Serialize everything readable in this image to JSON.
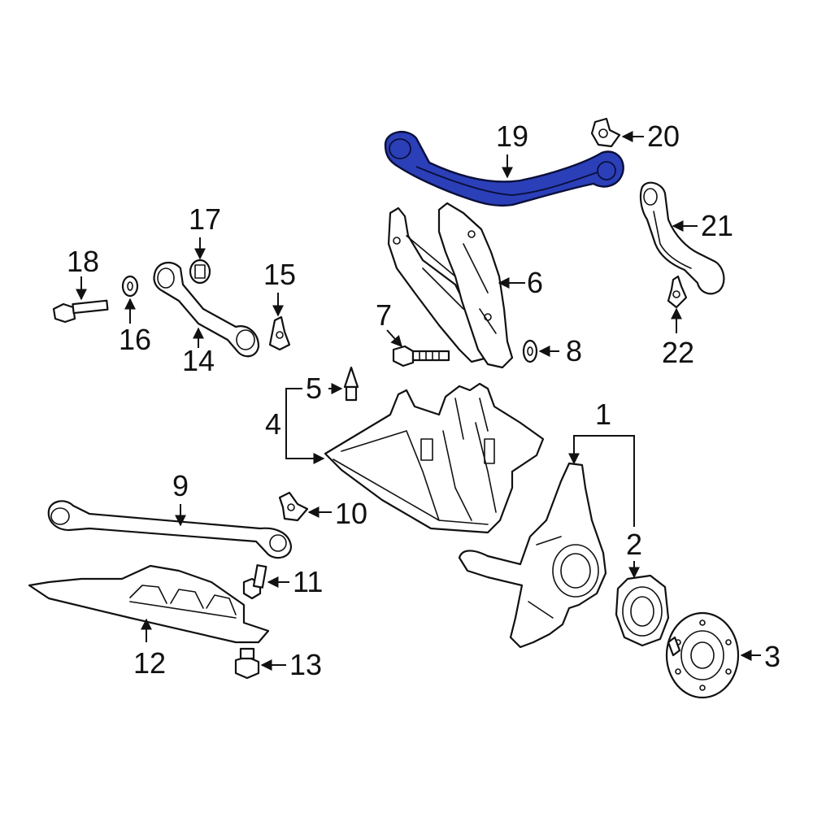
{
  "callouts": {
    "c1": "1",
    "c2": "2",
    "c3": "3",
    "c4": "4",
    "c5": "5",
    "c6": "6",
    "c7": "7",
    "c8": "8",
    "c9": "9",
    "c10": "10",
    "c11": "11",
    "c12": "12",
    "c13": "13",
    "c14": "14",
    "c15": "15",
    "c16": "16",
    "c17": "17",
    "c18": "18",
    "c19": "19",
    "c20": "20",
    "c21": "21",
    "c22": "22"
  },
  "highlight": {
    "part": "19",
    "color": "#2b3fb8"
  }
}
